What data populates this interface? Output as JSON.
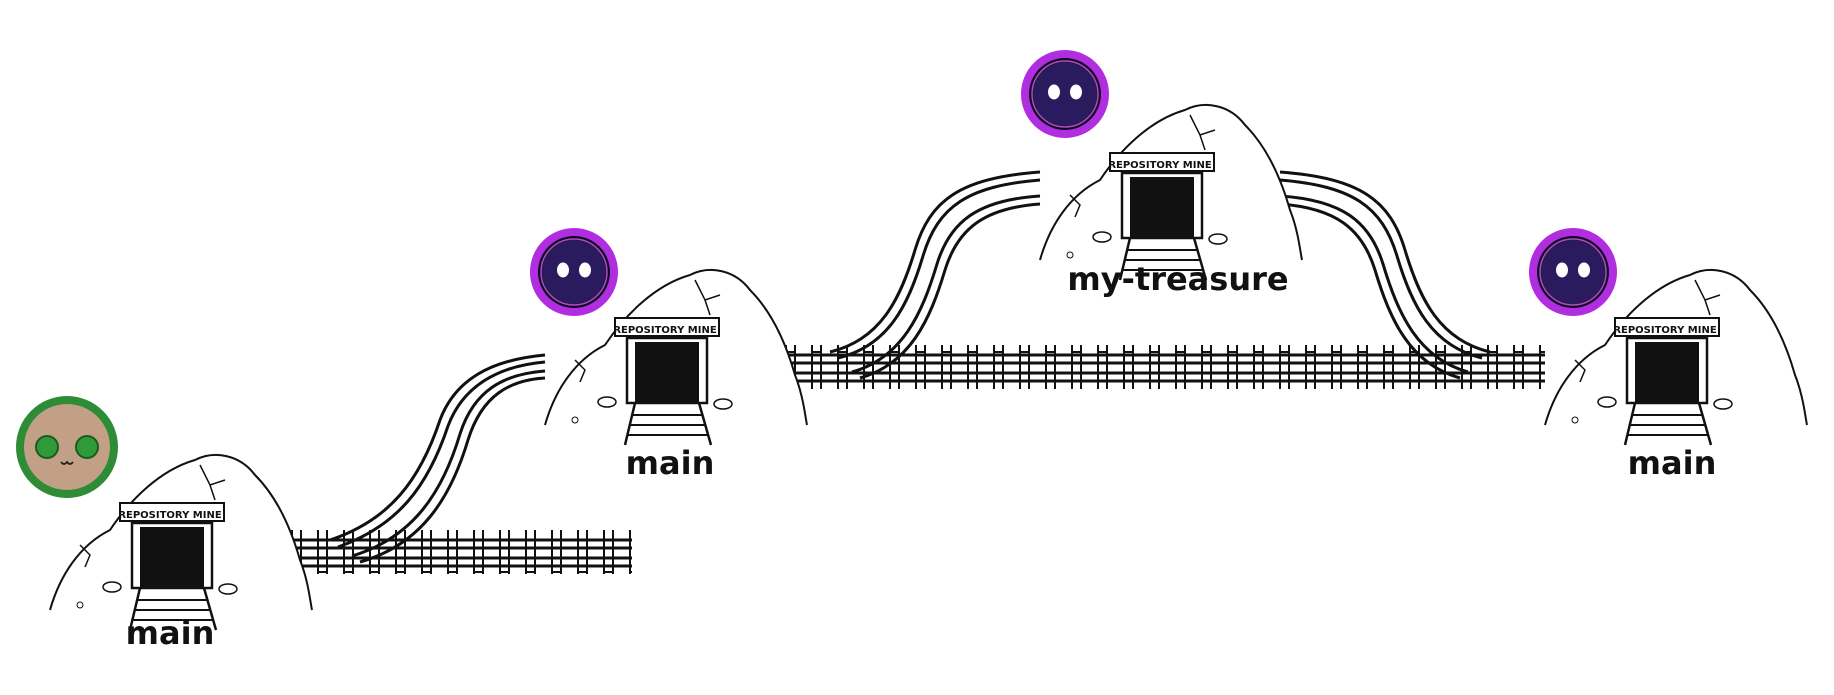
{
  "mines": [
    {
      "id": "mine-1",
      "branch": "main",
      "sign": "REPOSITORY MINE",
      "avatar": "green-bear-avatar"
    },
    {
      "id": "mine-2",
      "branch": "main",
      "sign": "REPOSITORY MINE",
      "avatar": "purple-orb-avatar"
    },
    {
      "id": "mine-3",
      "branch": "my-treasure",
      "sign": "REPOSITORY MINE",
      "avatar": "purple-orb-avatar"
    },
    {
      "id": "mine-4",
      "branch": "main",
      "sign": "REPOSITORY MINE",
      "avatar": "purple-orb-avatar"
    }
  ],
  "colors": {
    "green_ring": "#2e8b36",
    "bear_face": "#c2a086",
    "bear_eye": "#2f9a3a",
    "purple_ring": "#b02de0",
    "orb_core": "#2a1a5e",
    "orb_dark": "#0b0a2a",
    "ink": "#111111"
  }
}
